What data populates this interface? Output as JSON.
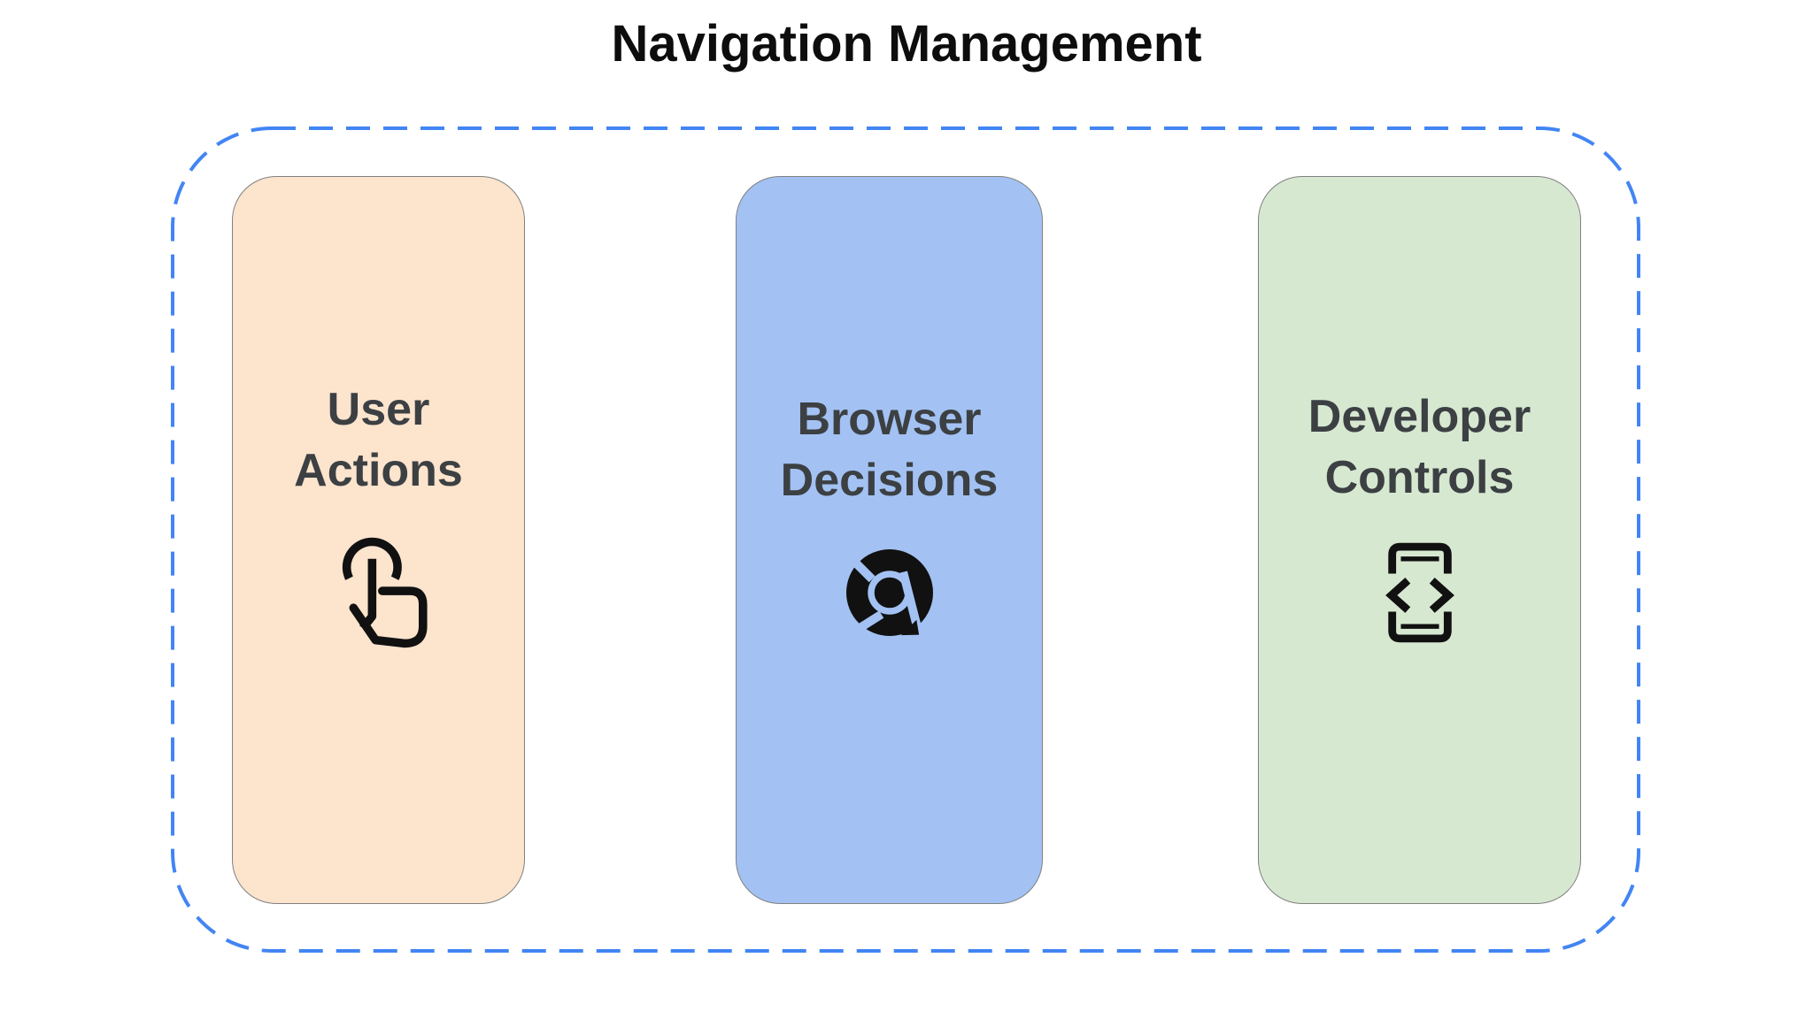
{
  "title": "Navigation Management",
  "colors": {
    "accent_dashed_border": "#4285f4",
    "card_border": "#808080",
    "title_text": "#0d0d0d",
    "label_text": "#3c4043",
    "icon": "#111111"
  },
  "cards": [
    {
      "label": "User Actions",
      "icon": "touch-gesture-icon",
      "bg": "#fce4cd"
    },
    {
      "label": "Browser Decisions",
      "icon": "chrome-browser-icon",
      "bg": "#a3c2f3"
    },
    {
      "label": "Developer Controls",
      "icon": "developer-mode-icon",
      "bg": "#d7e8d1"
    }
  ]
}
